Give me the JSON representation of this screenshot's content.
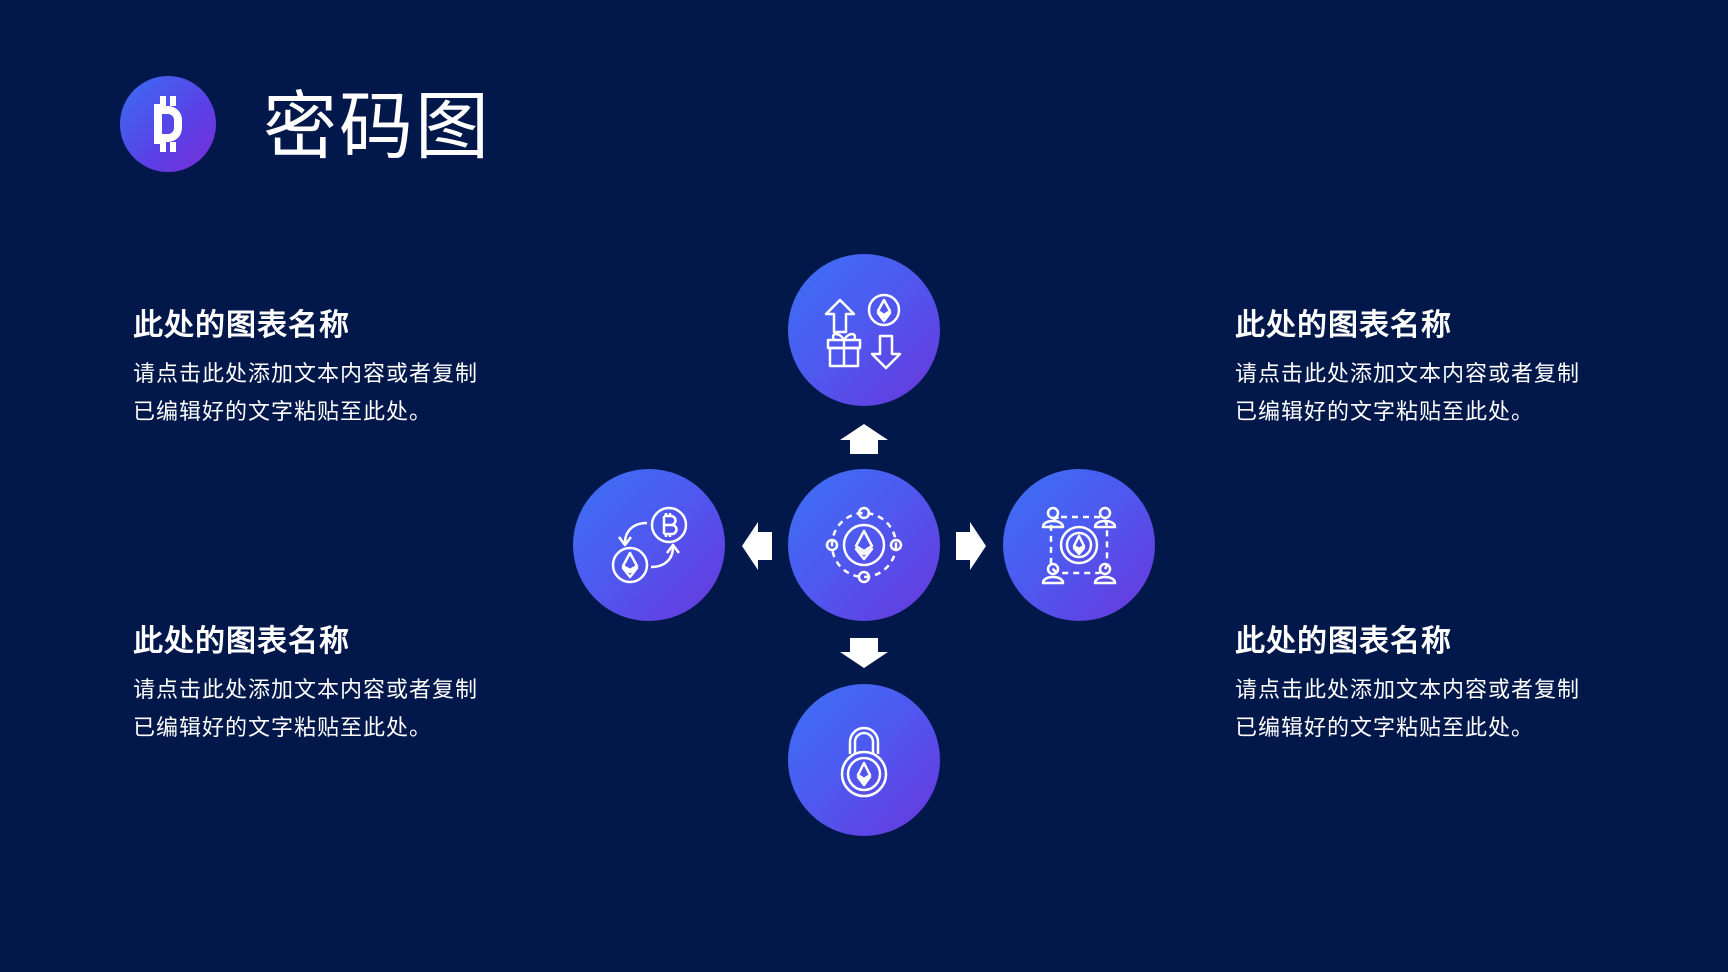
{
  "title": "密码图",
  "blocks": [
    {
      "heading": "此处的图表名称",
      "text": "请点击此处添加文本内容或者复制已编辑好的文字粘贴至此处。"
    },
    {
      "heading": "此处的图表名称",
      "text": "请点击此处添加文本内容或者复制已编辑好的文字粘贴至此处。"
    },
    {
      "heading": "此处的图表名称",
      "text": "请点击此处添加文本内容或者复制已编辑好的文字粘贴至此处。"
    },
    {
      "heading": "此处的图表名称",
      "text": "请点击此处添加文本内容或者复制已编辑好的文字粘贴至此处。"
    }
  ],
  "icons": {
    "logo": "crypto-coin-icon",
    "top": "exchange-gift-icon",
    "left": "bitcoin-ethereum-swap-icon",
    "center": "ethereum-network-icon",
    "right": "ethereum-users-network-icon",
    "bottom": "ethereum-lock-icon"
  },
  "colors": {
    "background": "#03184a",
    "gradient_start": "#3b72f5",
    "gradient_end": "#6a36dc",
    "text": "#ffffff"
  }
}
